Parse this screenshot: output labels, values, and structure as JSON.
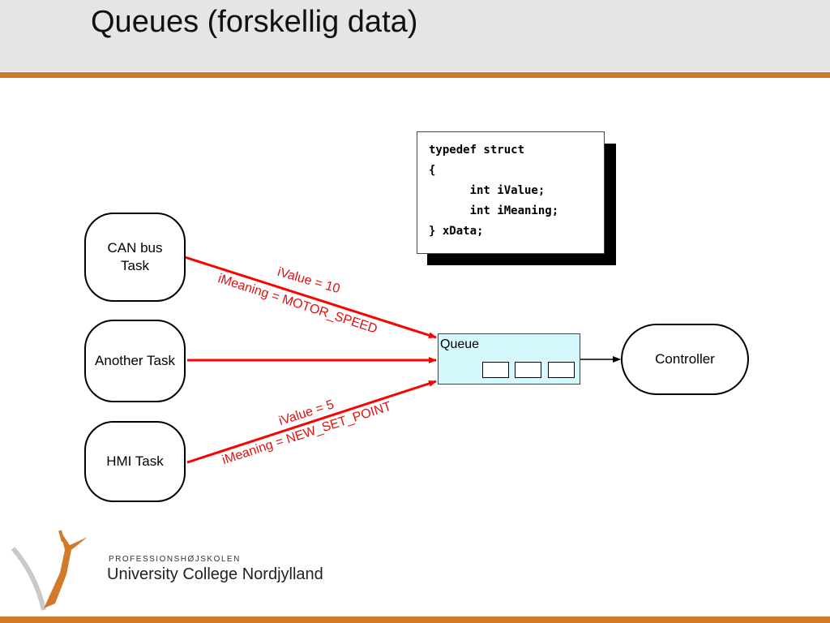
{
  "title": "Queues (forskellig data)",
  "code": {
    "line1": "typedef struct",
    "line2": "{",
    "line3": "      int iValue;",
    "line4": "      int iMeaning;",
    "line5": "} xData;"
  },
  "nodes": {
    "can_bus": "CAN bus\nTask",
    "another": "Another Task",
    "hmi": "HMI Task",
    "controller": "Controller"
  },
  "queue": {
    "label": "Queue"
  },
  "arrow_labels": {
    "can_value": "iValue = 10",
    "can_meaning": "iMeaning = MOTOR_SPEED",
    "hmi_value": "iValue = 5",
    "hmi_meaning": "iMeaning = NEW_SET_POINT"
  },
  "logo": {
    "small": "PROFESSIONSHØJSKOLEN",
    "big": "University College Nordjylland"
  },
  "colors": {
    "accent": "#d07a2a",
    "arrow": "#ff0000",
    "queue_fill": "#d4f8fb",
    "header_bg": "#e5e5e3"
  }
}
